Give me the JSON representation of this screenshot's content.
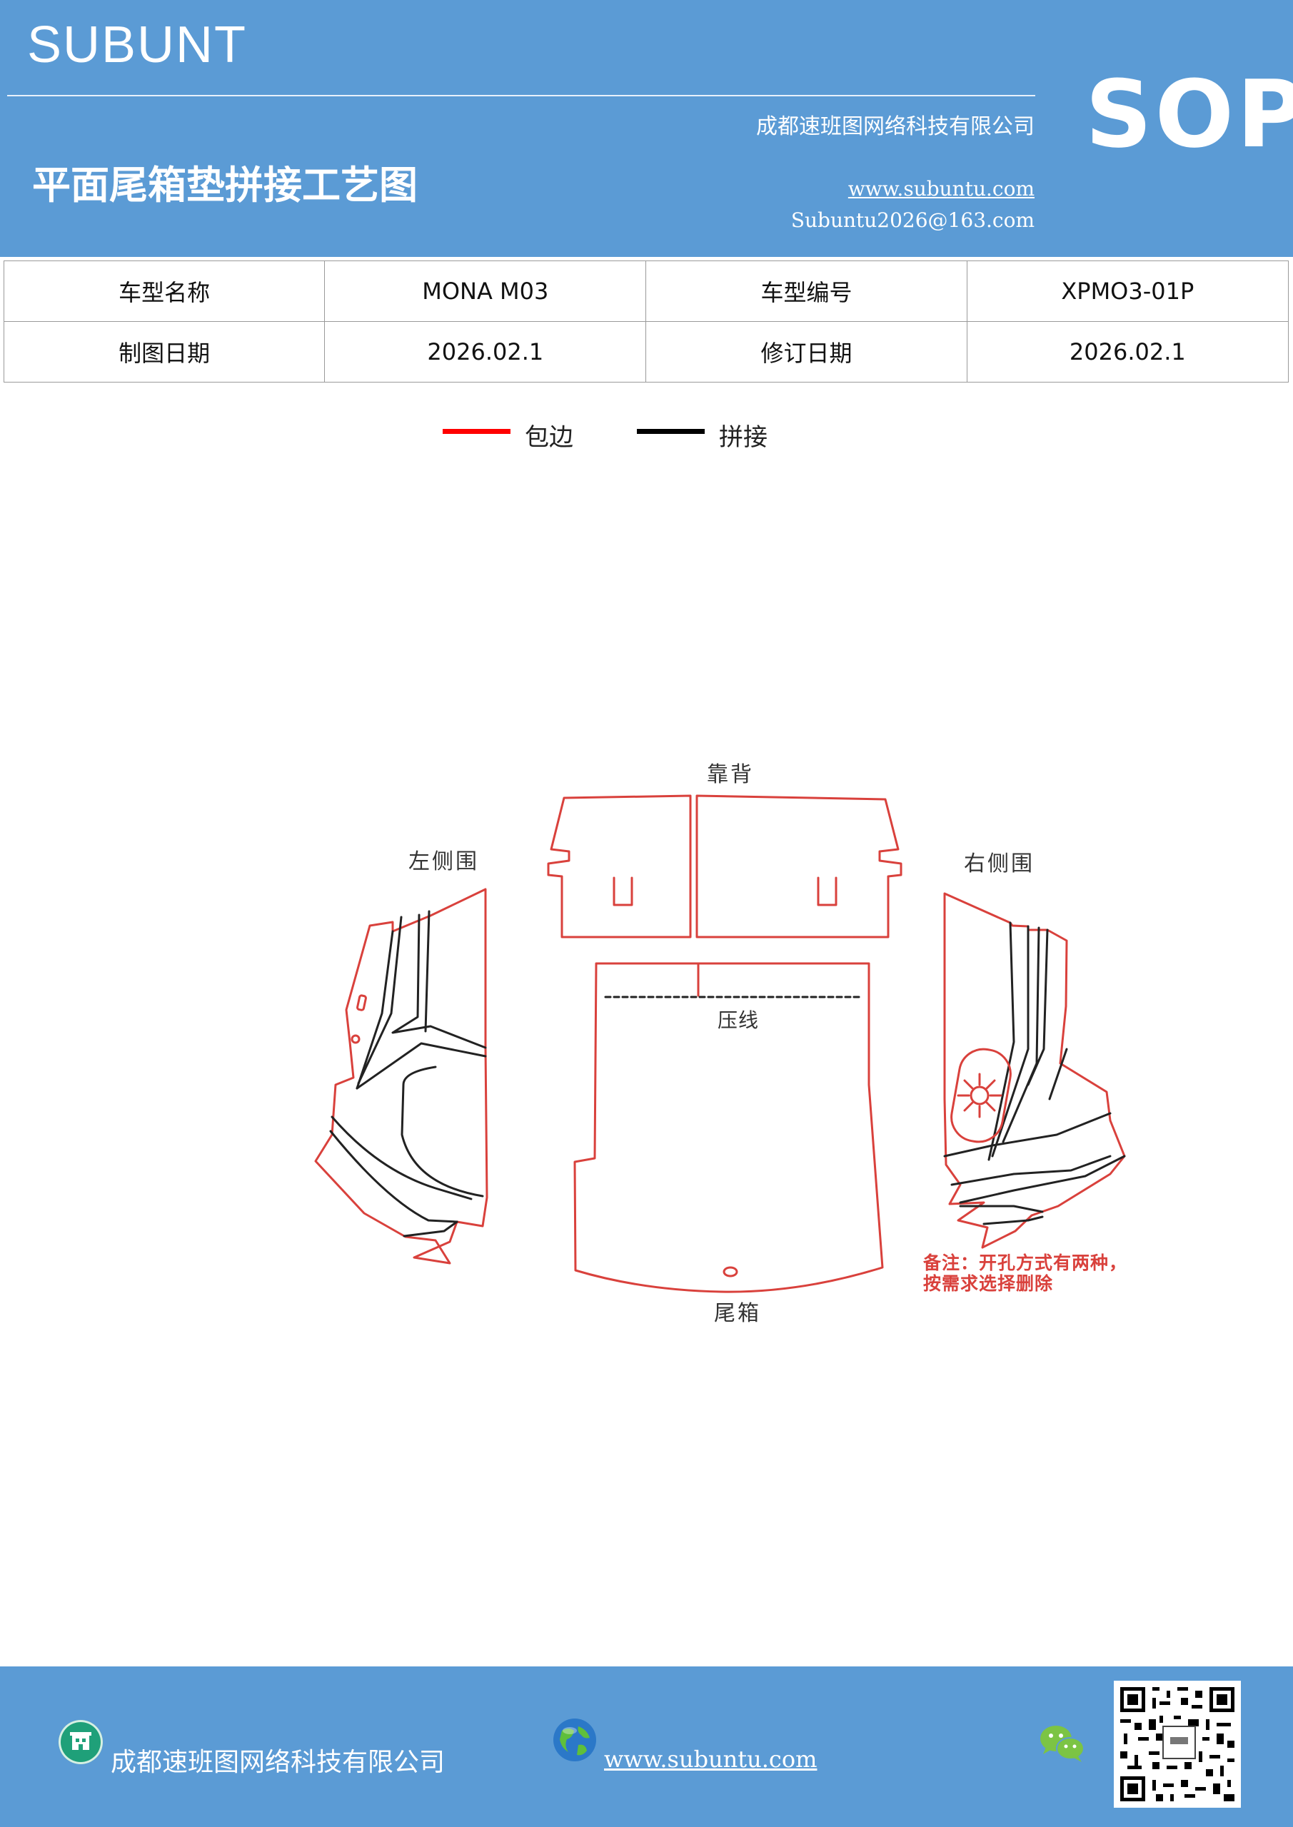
{
  "header": {
    "brand": "SUBUNT",
    "company": "成都速班图网络科技有限公司",
    "title": "平面尾箱垫拼接工艺图",
    "website": "www.subuntu.com",
    "email": "Subuntu2026@163.com",
    "badge": "SOP"
  },
  "info_table": {
    "rows": [
      [
        "车型名称",
        "MONA  M03",
        "车型编号",
        "XPMO3-01P"
      ],
      [
        "制图日期",
        "2026.02.1",
        "修订日期",
        "2026.02.1"
      ]
    ]
  },
  "legend": {
    "items": [
      {
        "label": "包边",
        "color": "#ff0000"
      },
      {
        "label": "拼接",
        "color": "#000000"
      }
    ]
  },
  "diagram": {
    "labels": {
      "back": "靠背",
      "left_side": "左侧围",
      "right_side": "右侧围",
      "crease": "压线",
      "trunk": "尾箱"
    },
    "note_line1": "备注：开孔方式有两种，",
    "note_line2": "按需求选择删除",
    "colors": {
      "edge": "#d9413c",
      "seam": "#222222"
    }
  },
  "footer": {
    "company": "成都速班图网络科技有限公司",
    "website": "www.subuntu.com",
    "icons": [
      "building-icon",
      "globe-icon",
      "wechat-icon",
      "qr-code"
    ]
  },
  "colors": {
    "band": "#5b9bd5",
    "text_on_band": "#ffffff"
  }
}
